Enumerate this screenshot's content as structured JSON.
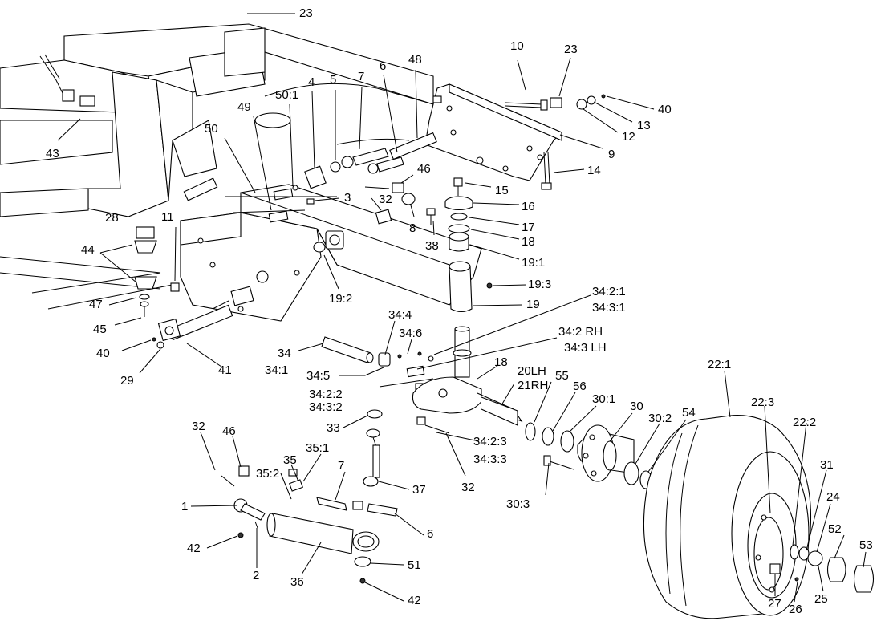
{
  "labels": {
    "p23a": "23",
    "p10": "10",
    "p23b": "23",
    "p48": "48",
    "p6a": "6",
    "p7a": "7",
    "p5": "5",
    "p4": "4",
    "p50_1": "50:1",
    "p49": "49",
    "p50": "50",
    "p40a": "40",
    "p13": "13",
    "p12": "12",
    "p9": "9",
    "p43": "43",
    "p14": "14",
    "p46a": "46",
    "p15": "15",
    "p3": "3",
    "p32a": "32",
    "p16": "16",
    "p28": "28",
    "p11": "11",
    "p8": "8",
    "p17": "17",
    "p18a": "18",
    "p38": "38",
    "p44": "44",
    "p19_1": "19:1",
    "p19_3": "19:3",
    "p47": "47",
    "p19_2": "19:2",
    "p19": "19",
    "p45": "45",
    "p34_2_1": "34:2:1",
    "p34_3_1": "34:3:1",
    "p34_4": "34:4",
    "p34_6": "34:6",
    "p34_2rh": "34:2 RH",
    "p34_3lh": "34:3 LH",
    "p40b": "40",
    "p34": "34",
    "p34_1": "34:1",
    "p41": "41",
    "p29": "29",
    "p34_5": "34:5",
    "p18b": "18",
    "p20lh": "20LH",
    "p21rh": "21RH",
    "p55": "55",
    "p56": "56",
    "p22_1": "22:1",
    "p34_2_2": "34:2:2",
    "p34_3_2": "34:3:2",
    "p30_1": "30:1",
    "p30": "30",
    "p22_3": "22:3",
    "p30_2": "30:2",
    "p54": "54",
    "p22_2": "22:2",
    "p33": "33",
    "p32b": "32",
    "p46b": "46",
    "p35_1": "35:1",
    "p34_2_3": "34:2:3",
    "p34_3_3": "34:3:3",
    "p35": "35",
    "p35_2": "35:2",
    "p7b": "7",
    "p32c": "32",
    "p37": "37",
    "p1": "1",
    "p31": "31",
    "p30_3": "30:3",
    "p24": "24",
    "p6b": "6",
    "p42a": "42",
    "p2": "2",
    "p52": "52",
    "p36": "36",
    "p53": "53",
    "p51": "51",
    "p42b": "42",
    "p27": "27",
    "p26": "26",
    "p25": "25"
  }
}
